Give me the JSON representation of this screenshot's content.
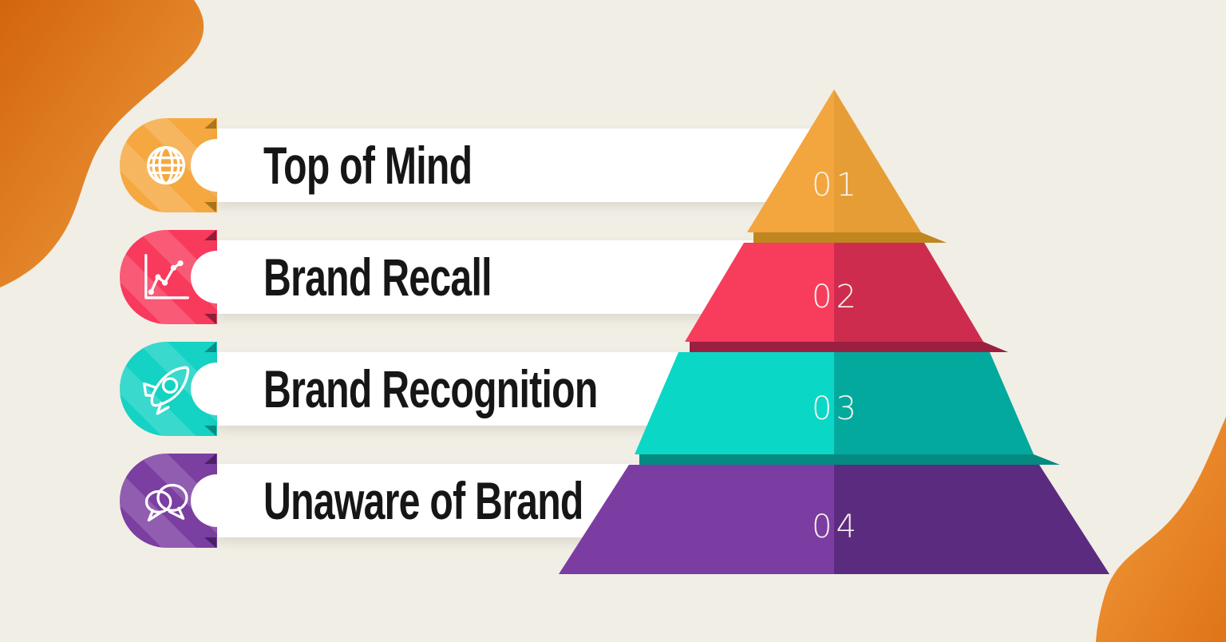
{
  "background": {
    "canvas_color": "#F1EEE5",
    "blob_color_dark": "#D2650F",
    "blob_color_light": "#F29E3E"
  },
  "levels": [
    {
      "number": "01",
      "label": "Top of Mind",
      "icon": "globe-icon",
      "badge": "#F5A840",
      "badge_fold": "#A9761C",
      "seg_left": "#F3A53E",
      "seg_right": "#E79D35",
      "strip": "#C0861F"
    },
    {
      "number": "02",
      "label": "Brand Recall",
      "icon": "line-chart-icon",
      "badge": "#F83A5C",
      "badge_fold": "#8E1E3A",
      "seg_left": "#F73C5C",
      "seg_right": "#CE2C4F",
      "strip": "#9A1F41"
    },
    {
      "number": "03",
      "label": "Brand Recognition",
      "icon": "rocket-icon",
      "badge": "#14D2C4",
      "badge_fold": "#0B8B83",
      "seg_left": "#0BD7C6",
      "seg_right": "#04A99E",
      "strip": "#058A82"
    },
    {
      "number": "04",
      "label": "Unaware of Brand",
      "icon": "chat-bubbles-icon",
      "badge": "#7B3EA1",
      "badge_fold": "#4A2164",
      "seg_left": "#7B3DA2",
      "seg_right": "#5B2B80",
      "strip": null
    }
  ],
  "pyramid": {
    "type": "pyramid-diagram",
    "order_top_to_bottom": [
      "01 Top of Mind",
      "02 Brand Recall",
      "03 Brand Recognition",
      "04 Unaware of Brand"
    ],
    "number_text_color": "#F8F4EE"
  }
}
